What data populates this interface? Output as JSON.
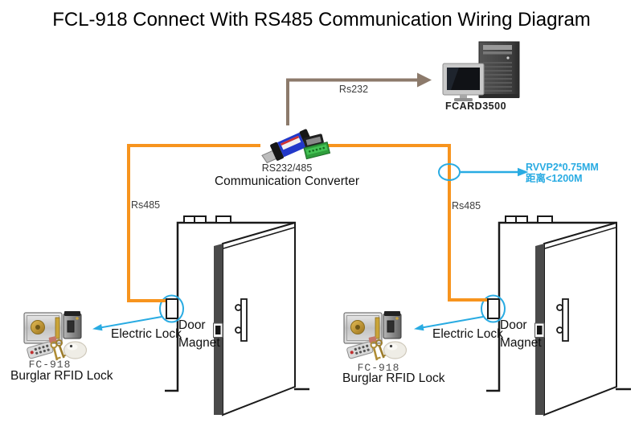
{
  "page": {
    "title": "FCL-918 Connect With RS485 Communication Wiring Diagram"
  },
  "computer": {
    "label": "FCARD3500"
  },
  "converter": {
    "model": "RS232/485",
    "name": "Communication Converter"
  },
  "wiring": {
    "rs232_label": "Rs232",
    "rs485_left_label": "Rs485",
    "rs485_right_label": "Rs485",
    "cable_spec": "RVVP2*0.75MM",
    "cable_distance": "距离<1200M"
  },
  "left_door": {
    "magnet_line1": "Door",
    "magnet_line2": "Magnet",
    "electric_lock_label": "Electric Lock"
  },
  "right_door": {
    "magnet_line1": "Door",
    "magnet_line2": "Magnet",
    "electric_lock_label": "Electric Lock"
  },
  "left_lock": {
    "model": "FC-918",
    "name": "Burglar RFID Lock"
  },
  "right_lock": {
    "model": "FC-918",
    "name": "Burglar RFID Lock"
  },
  "colors": {
    "rs485_wire": "#F7941E",
    "rs232_wire": "#8C7A6B",
    "callout_blue": "#29ABE2",
    "door_edge_gray": "#4A4A4A"
  }
}
